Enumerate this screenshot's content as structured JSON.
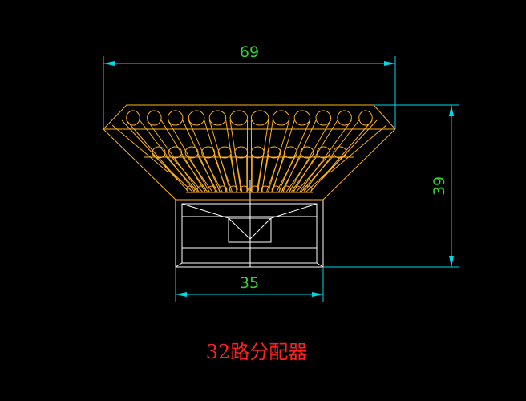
{
  "drawing": {
    "dimensions": {
      "top_width": "69",
      "height": "39",
      "base_width": "35"
    },
    "caption": "32路分配器"
  },
  "colors": {
    "background": "#000000",
    "part_outline": "#ffb020",
    "hidden_lines": "#ffffff",
    "dimension_lines": "#00d8e8",
    "dimension_text": "#32d232",
    "caption": "#ff2020"
  }
}
